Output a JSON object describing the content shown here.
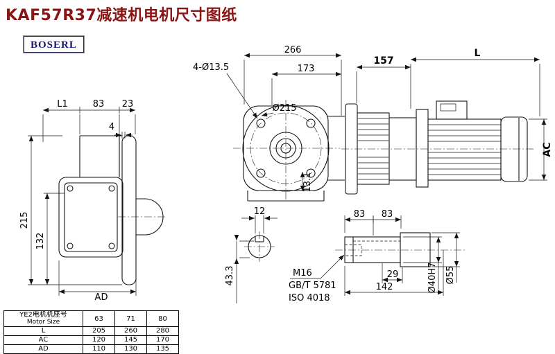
{
  "title": "KAF57R37减速机电机尺寸图纸",
  "logo": "BOSERL",
  "colors": {
    "title_red": "#8a1515",
    "logo_blue": "#191970",
    "line_black": "#141414"
  },
  "front_view": {
    "dim_width": "266",
    "dim_flange": "173",
    "bolt_holes": "4-Ø13.5",
    "flange_dia": "Ø215",
    "keyway_depth": "13.1"
  },
  "side_view": {
    "dim_gearbox": "157",
    "dim_motor_length": "L",
    "dim_motor_dia": "AC"
  },
  "left_view": {
    "dim_l1": "L1",
    "dim_83": "83",
    "dim_23": "23",
    "dim_4": "4",
    "dim_height": "215",
    "dim_132": "132",
    "dim_ad": "AD"
  },
  "shaft_section": {
    "keyway_width": "12",
    "keyway_height": "43.3"
  },
  "shaft_detail": {
    "dim_83a": "83",
    "dim_83b": "83",
    "thread": "M16",
    "standard_gb": "GB/T 5781",
    "standard_iso": "ISO 4018",
    "dim_29": "29",
    "dim_142": "142",
    "bore_dia": "Ø40H7",
    "outer_dia": "Ø55"
  },
  "table": {
    "header_cn": "YE2电机机座号",
    "header_en": "Motor Size",
    "sizes": [
      "63",
      "71",
      "80"
    ],
    "rows": [
      {
        "label": "L",
        "values": [
          "205",
          "260",
          "280"
        ]
      },
      {
        "label": "AC",
        "values": [
          "120",
          "145",
          "170"
        ]
      },
      {
        "label": "AD",
        "values": [
          "110",
          "130",
          "135"
        ]
      }
    ]
  }
}
